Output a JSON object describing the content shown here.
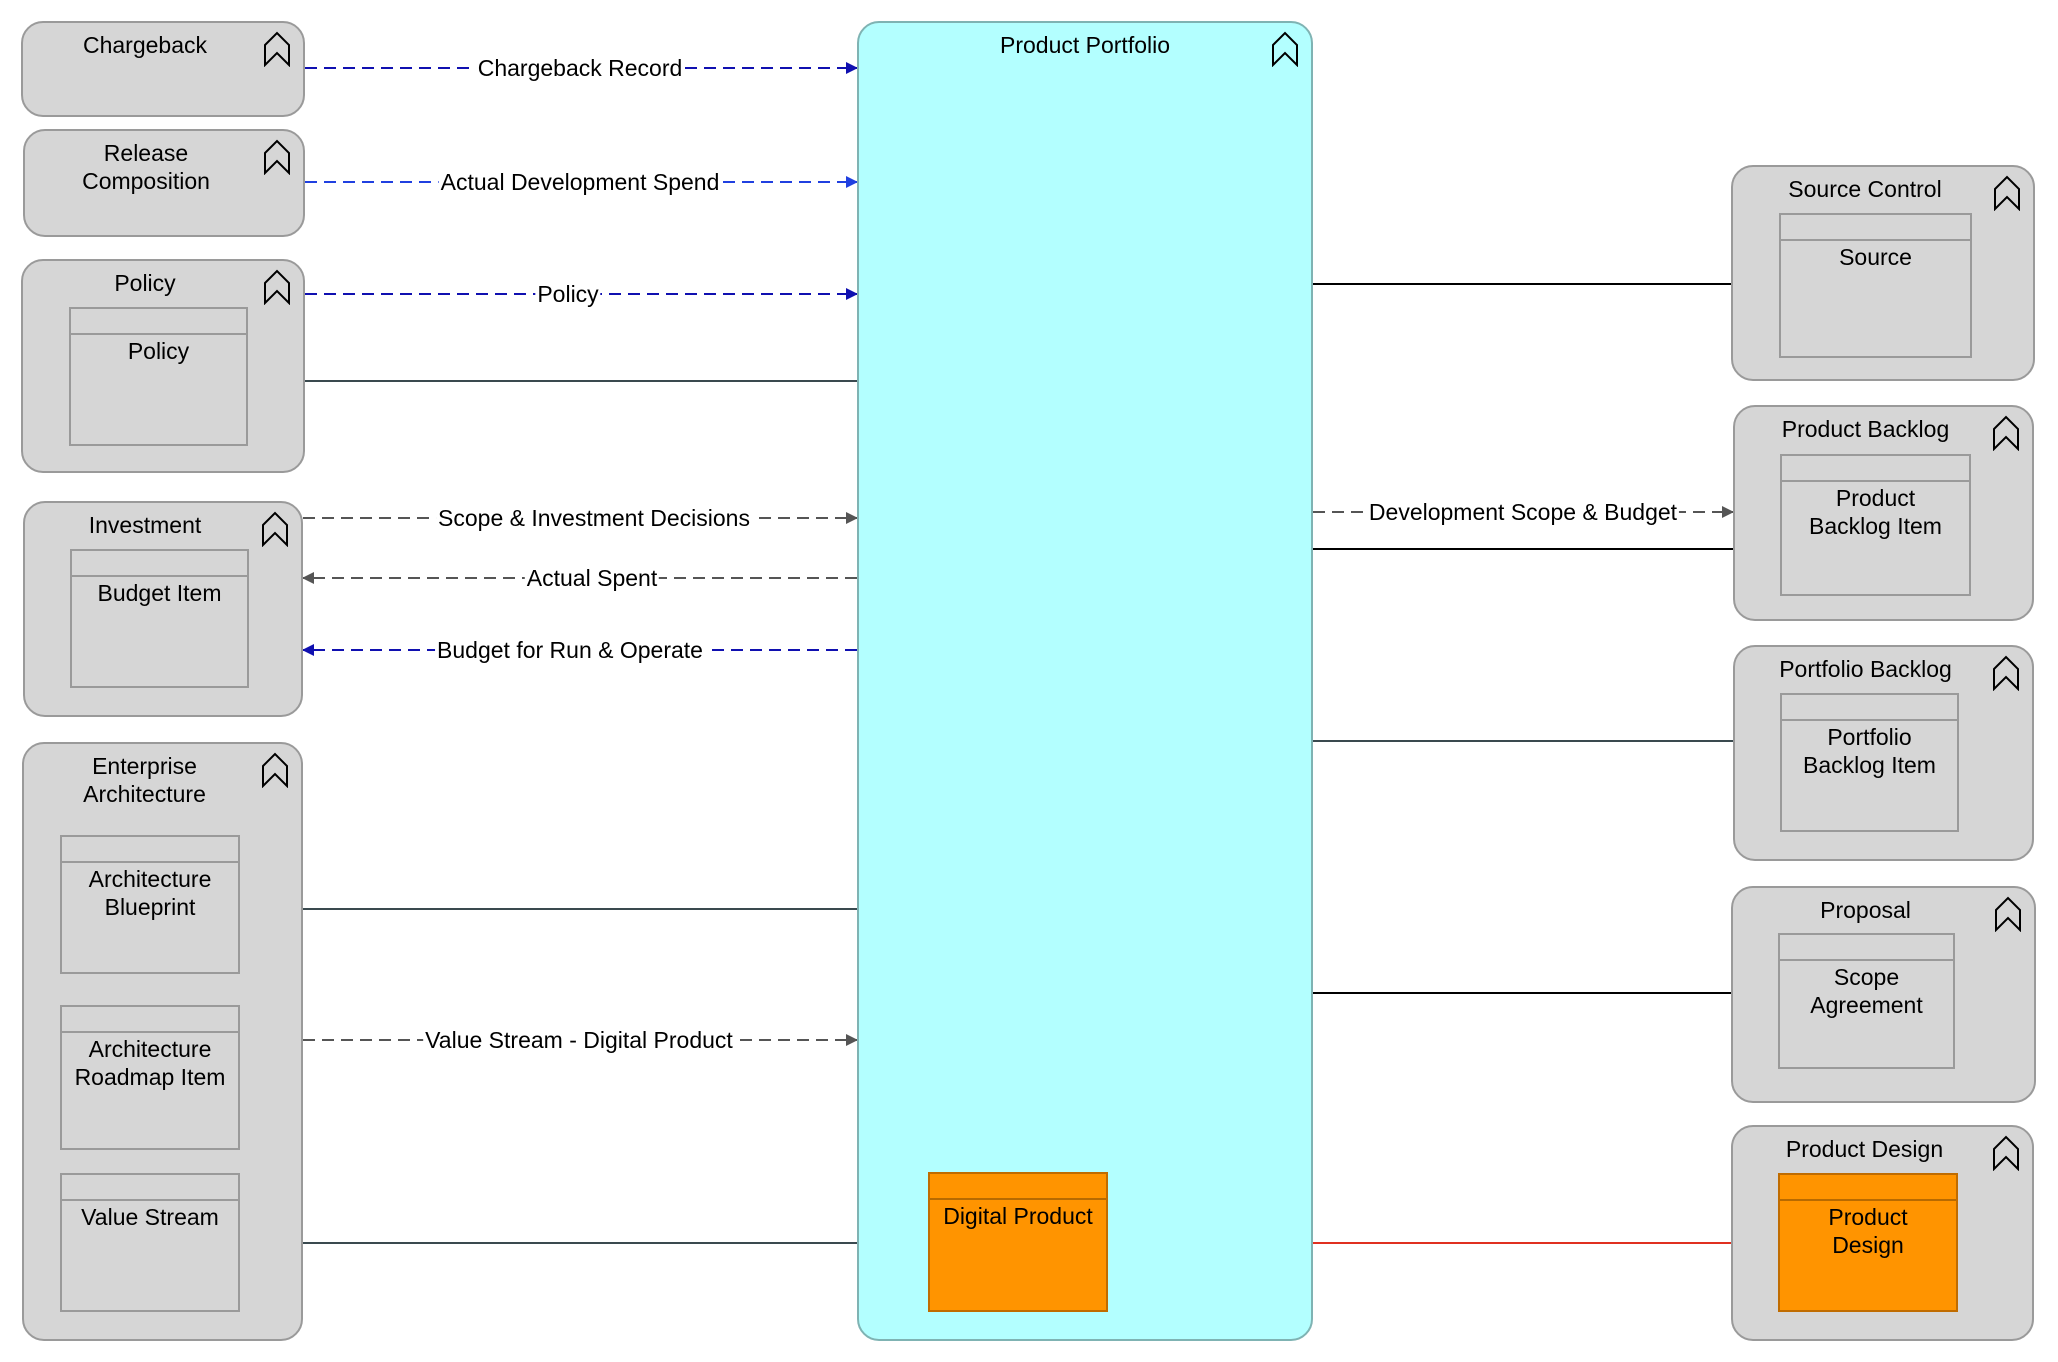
{
  "groups": {
    "chargeback": {
      "title": "Chargeback"
    },
    "release": {
      "title": "Release\nComposition"
    },
    "policy": {
      "title": "Policy",
      "item": "Policy"
    },
    "investment": {
      "title": "Investment",
      "item": "Budget Item"
    },
    "ea": {
      "title": "Enterprise\nArchitecture",
      "items": [
        "Architecture\nBlueprint",
        "Architecture\nRoadmap Item",
        "Value Stream"
      ]
    },
    "portfolio": {
      "title": "Product Portfolio",
      "item": "Digital Product"
    },
    "source": {
      "title": "Source Control",
      "item": "Source"
    },
    "backlog": {
      "title": "Product Backlog",
      "item": "Product\nBacklog Item"
    },
    "pbacklog": {
      "title": "Portfolio Backlog",
      "item": "Portfolio\nBacklog Item"
    },
    "proposal": {
      "title": "Proposal",
      "item": "Scope\nAgreement"
    },
    "design": {
      "title": "Product Design",
      "item": "Product\nDesign"
    }
  },
  "flows": {
    "chargeback_record": "Chargeback Record",
    "actual_dev_spend": "Actual Development Spend",
    "policy": "Policy",
    "scope_investment": "Scope & Investment Decisions",
    "actual_spent": "Actual Spent",
    "budget_run": "Budget for Run & Operate",
    "value_stream_dp": "Value Stream - Digital Product",
    "dev_scope_budget": "Development Scope & Budget"
  },
  "colors": {
    "group_fill": "#d6d6d6",
    "portfolio_fill": "#b3ffff",
    "highlight_fill": "#ff9400",
    "flow_dark_blue": "#1010b0",
    "flow_blue": "#2040e0",
    "flow_gray": "#555555",
    "link_red": "#e03020"
  }
}
